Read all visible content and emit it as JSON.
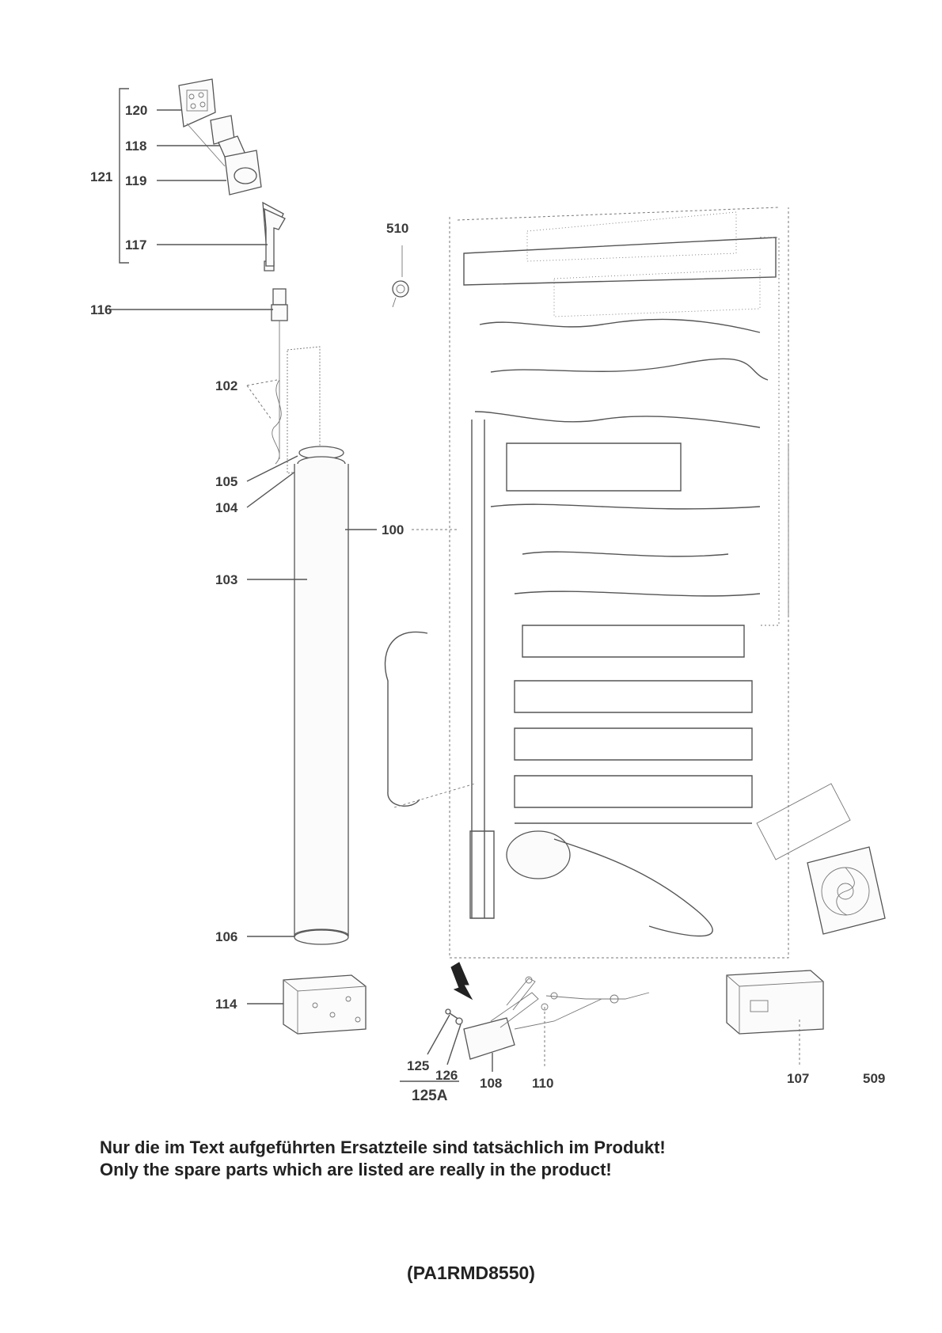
{
  "diagram": {
    "part_labels": {
      "p120": "120",
      "p118": "118",
      "p121": "121",
      "p119": "119",
      "p117": "117",
      "p116": "116",
      "p102": "102",
      "p105": "105",
      "p104": "104",
      "p103": "103",
      "p100": "100",
      "p106": "106",
      "p114": "114",
      "p510": "510",
      "p125": "125",
      "p126": "126",
      "p125A": "125A",
      "p108": "108",
      "p110": "110",
      "p107": "107",
      "p509": "509"
    }
  },
  "notice": {
    "german": "Nur die im Text aufgeführten Ersatzteile sind tatsächlich im Produkt!",
    "english": "Only the spare parts which are listed are really in the product!"
  },
  "document_code": "(PA1RMD8550)"
}
